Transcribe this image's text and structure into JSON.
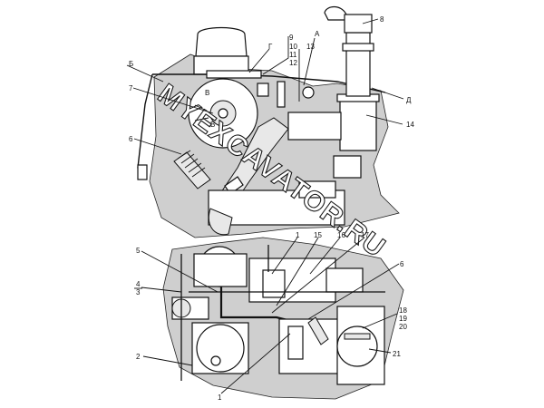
{
  "callouts_top": {
    "c9": "9",
    "c10": "10",
    "c11": "11",
    "c12": "12",
    "c13": "13",
    "cG": "Г",
    "cA": "А",
    "cB": "Б",
    "cV1": "В",
    "cV2": "В",
    "c7": "7",
    "c6": "6",
    "c8": "8",
    "cD": "Д",
    "c14": "14"
  },
  "callouts_bottom": {
    "c5": "5",
    "c4": "4",
    "c3": "3",
    "c2": "2",
    "c1a": "1",
    "c1b": "1",
    "c15": "15",
    "c16": "16",
    "c17": "17",
    "c6b": "6",
    "c18": "18",
    "c19": "19",
    "c20": "20",
    "c21": "21"
  },
  "watermark": "MYEXCAVATOR.RU",
  "colors": {
    "line": "#111111",
    "shading": "#cfcfcf",
    "background": "#ffffff"
  }
}
